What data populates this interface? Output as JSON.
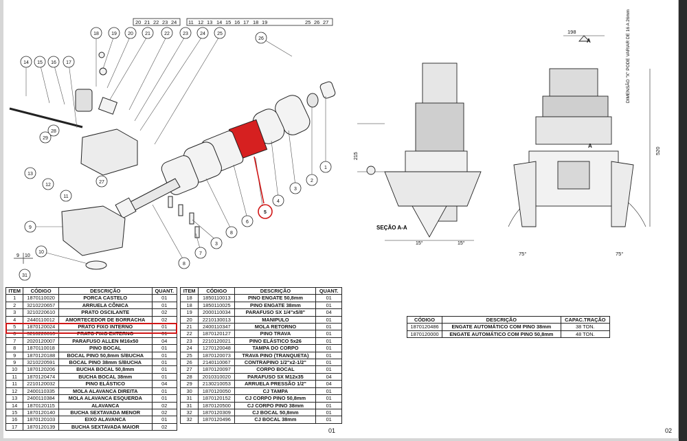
{
  "drawing": {
    "header_row_a": [
      "20",
      "21",
      "22",
      "23",
      "24"
    ],
    "header_row_b": [
      "11",
      "12",
      "13",
      "14",
      "15",
      "16",
      "17",
      "18",
      "19",
      "25",
      "26",
      "27"
    ],
    "callouts": [
      "1",
      "2",
      "3",
      "4",
      "5",
      "6",
      "7",
      "8",
      "9",
      "10",
      "11",
      "12",
      "13",
      "14",
      "15",
      "16",
      "17",
      "18",
      "19",
      "20",
      "21",
      "22",
      "23",
      "24",
      "25",
      "26",
      "27",
      "28",
      "29",
      "31",
      "3",
      "8",
      "7"
    ],
    "sub_label_a": "9",
    "sub_label_b": "10",
    "sub_label_c": "31",
    "section_label": "SEÇÃO A-A",
    "angle_15_left": "15°",
    "angle_15_right": "15°",
    "angle_75_left": "75°",
    "angle_75_right": "75°",
    "dim_215": "215",
    "dim_198": "198",
    "dim_520": "520",
    "section_marker": "A",
    "dimension_note": "DIMENSÃO \"X\" PODE VARIAR DE 16 A 26mm"
  },
  "table_left": {
    "headers": [
      "ITEM",
      "CÓDIGO",
      "DESCRIÇÃO",
      "QUANT."
    ],
    "rows": [
      [
        "1",
        "1870110020",
        "PORCA CASTELO",
        "01"
      ],
      [
        "2",
        "3210220657",
        "ARRUELA CÔNICA",
        "01"
      ],
      [
        "3",
        "3210220610",
        "PRATO OSCILANTE",
        "02"
      ],
      [
        "4",
        "2440110012",
        "AMORTECEDOR DE BORRACHA",
        "02"
      ],
      [
        "5",
        "1870120024",
        "PRATO FIXO INTERNO",
        "01"
      ],
      [
        "6",
        "3210220610",
        "PRATO FIXO EXTERNO",
        "01"
      ],
      [
        "7",
        "2020120007",
        "PARAFUSO ALLEN M16x50",
        "04"
      ],
      [
        "8",
        "1870110018",
        "PINO BOCAL",
        "01"
      ],
      [
        "9",
        "1870120188",
        "BOCAL PINO 50,8mm S/BUCHA",
        "01"
      ],
      [
        "9",
        "3210220591",
        "BOCAL PINO 38mm S/BUCHA",
        "01"
      ],
      [
        "10",
        "1870120206",
        "BUCHA BOCAL 50,8mm",
        "01"
      ],
      [
        "11",
        "1870120474",
        "BUCHA BOCAL 38mm",
        "01"
      ],
      [
        "11",
        "2210120032",
        "PINO ELÁSTICO",
        "04"
      ],
      [
        "12",
        "2400110335",
        "MOLA ALAVANCA DIREITA",
        "01"
      ],
      [
        "13",
        "2400110384",
        "MOLA ALAVANCA ESQUERDA",
        "01"
      ],
      [
        "14",
        "1870120115",
        "ALAVANCA",
        "02"
      ],
      [
        "15",
        "1870120140",
        "BUCHA SEXTAVADA MENOR",
        "02"
      ],
      [
        "16",
        "1870120103",
        "EIXO ALAVANCA",
        "01"
      ],
      [
        "17",
        "1870120139",
        "BUCHA SEXTAVADA MAIOR",
        "02"
      ]
    ]
  },
  "table_mid": {
    "headers": [
      "ITEM",
      "CÓDIGO",
      "DESCRIÇÃO",
      "QUANT."
    ],
    "rows": [
      [
        "18",
        "1850110013",
        "PINO ENGATE 50,8mm",
        "01"
      ],
      [
        "18",
        "1850110025",
        "PINO ENGATE 38mm",
        "01"
      ],
      [
        "19",
        "2000110034",
        "PARAFUSO SX 1/4\"x5/8\"",
        "04"
      ],
      [
        "20",
        "2210130013",
        "MANIPULO",
        "01"
      ],
      [
        "21",
        "2400110347",
        "MOLA RETORNO",
        "01"
      ],
      [
        "22",
        "1870120127",
        "PINO TRAVA",
        "01"
      ],
      [
        "23",
        "2210120021",
        "PINO ELÁSTICO 5x26",
        "01"
      ],
      [
        "24",
        "1270120048",
        "TAMPA DO CORPO",
        "01"
      ],
      [
        "25",
        "1870120073",
        "TRAVA PINO (TRANQUETA)",
        "01"
      ],
      [
        "26",
        "2140110067",
        "CONTRAPINO 1/2\"x2-1/2\"",
        "01"
      ],
      [
        "27",
        "1870120097",
        "CORPO BOCAL",
        "01"
      ],
      [
        "28",
        "2010310020",
        "PARAFUSO SX M12x35",
        "04"
      ],
      [
        "29",
        "2130210053",
        "ARRUELA PRESSÃO 1/2\"",
        "04"
      ],
      [
        "30",
        "1870120050",
        "CJ TAMPA",
        "01"
      ],
      [
        "31",
        "1870120152",
        "CJ CORPO PINO 50,8mm",
        "01"
      ],
      [
        "31",
        "1870120500",
        "CJ CORPO PINO 38mm",
        "01"
      ],
      [
        "32",
        "1870120309",
        "CJ BOCAL 50,8mm",
        "01"
      ],
      [
        "32",
        "1870120496",
        "CJ BOCAL 38mm",
        "01"
      ]
    ]
  },
  "table_right": {
    "headers": [
      "CÓDIGO",
      "DESCRIÇÃO",
      "CAPAC.TRAÇÃO"
    ],
    "rows": [
      [
        "1870120486",
        "ENGATE AUTOMÁTICO COM PINO 38mm",
        "38 TON."
      ],
      [
        "1870120000",
        "ENGATE AUTOMÁTICO COM PINO 50,8mm",
        "48 TON."
      ]
    ]
  },
  "page_numbers": {
    "left": "01",
    "right": "02"
  },
  "colors": {
    "highlight": "#d01515",
    "line": "#222222"
  }
}
